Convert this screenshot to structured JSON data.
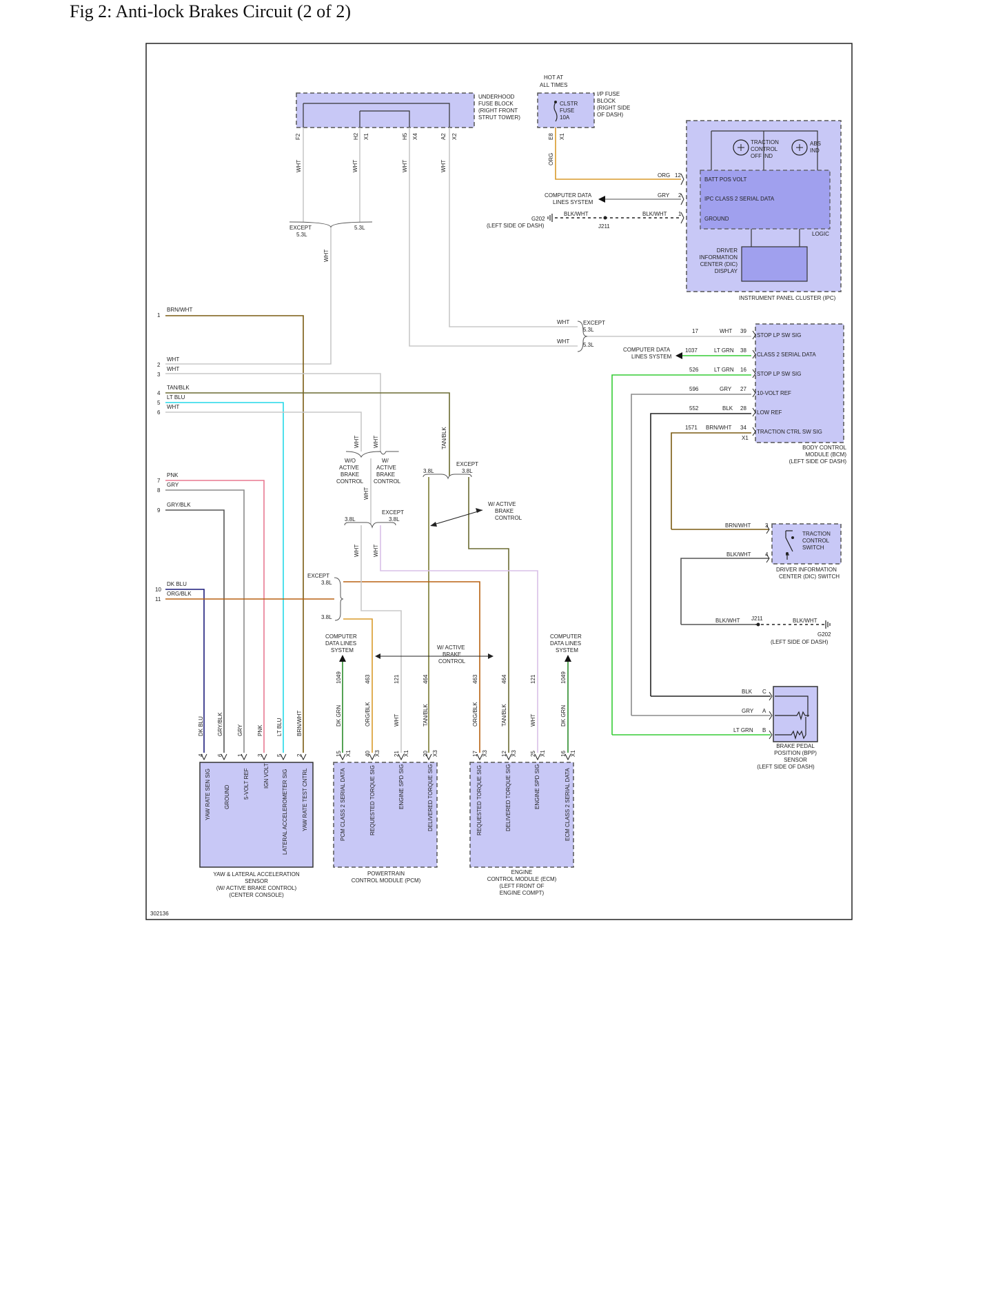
{
  "page": {
    "title": "Fig 2: Anti-lock Brakes Circuit (2 of 2)",
    "figure_id": "302136"
  },
  "colors": {
    "WHT": "#c8c8c8",
    "ORG": "#d89a2a",
    "GRY": "#8a8a8a",
    "BLK": "#222222",
    "LTGRN": "#33cc33",
    "BRN": "#7a5a10",
    "LTBLU": "#22d8e8",
    "PNK": "#e87890",
    "DKBLU": "#1a1a7a",
    "ORGBLK": "#b86010",
    "TANBLK": "#6a6a30",
    "DKGRN": "#2a8a2a",
    "module_fill": "#c8c8f6",
    "inner_fill": "#a0a0ee"
  },
  "labels": {
    "hot": [
      "HOT AT",
      "ALL TIMES"
    ],
    "underhood": [
      "UNDERHOOD",
      "FUSE BLOCK",
      "(RIGHT FRONT",
      "STRUT TOWER)"
    ],
    "ipfuse": [
      "I/P FUSE",
      "BLOCK",
      "(RIGHT SIDE",
      "OF DASH)"
    ],
    "clstr": [
      "CLSTR",
      "FUSE",
      "10A"
    ],
    "traction_off": [
      "TRACTION",
      "CONTROL",
      "OFF IND"
    ],
    "abs_ind": [
      "ABS",
      "IND"
    ],
    "batt_pos": "BATT POS VOLT",
    "ipc_serial": "IPC CLASS 2 SERIAL DATA",
    "ground": "GROUND",
    "logic": "LOGIC",
    "dic_display": [
      "DRIVER",
      "INFORMATION",
      "CENTER (DIC)",
      "DISPLAY"
    ],
    "ipc": "INSTRUMENT PANEL CLUSTER (IPC)",
    "cdls": [
      "COMPUTER DATA",
      "LINES SYSTEM"
    ],
    "g202": "G202",
    "left_dash": "(LEFT SIDE OF DASH)",
    "j211": "J211",
    "except": "EXCEPT",
    "l53": "5.3L",
    "l38": "3.8L",
    "bcm_pins": [
      "STOP LP SW SIG",
      "CLASS 2 SERIAL DATA",
      "STOP LP SW SIG",
      "10-VOLT REF",
      "LOW REF",
      "TRACTION CTRL SW SIG"
    ],
    "bcm": [
      "BODY CONTROL",
      "MODULE (BCM)",
      "(LEFT SIDE OF DASH)"
    ],
    "x1": "X1",
    "tcs": [
      "TRACTION",
      "CONTROL",
      "SWITCH"
    ],
    "dic_switch": [
      "DRIVER INFORMATION",
      "CENTER (DIC) SWITCH"
    ],
    "wo_abc": [
      "W/O",
      "ACTIVE",
      "BRAKE",
      "CONTROL"
    ],
    "w_abc": [
      "W/",
      "ACTIVE",
      "BRAKE",
      "CONTROL"
    ],
    "w_active_brake": [
      "W/ ACTIVE",
      "BRAKE",
      "CONTROL"
    ],
    "cdls3": [
      "COMPUTER",
      "DATA LINES",
      "SYSTEM"
    ],
    "bpp": [
      "BRAKE PEDAL",
      "POSITION (BPP)",
      "SENSOR",
      "(LEFT SIDE OF DASH)"
    ],
    "yaw_pins": [
      "YAW RATE SEN SIG",
      "GROUND",
      "5-VOLT REF",
      "IGN VOLT",
      "LATERAL ACCELEROMETER SIG",
      "YAW RATE TEST CNTRL"
    ],
    "pcm_pins": [
      "PCM CLASS 2 SERIAL DATA",
      "REQUESTED TORQUE SIG",
      "ENGINE SPD SIG",
      "DELIVERED TORQUE SIG"
    ],
    "ecm_pins": [
      "REQUESTED TORQUE SIG",
      "DELIVERED TORQUE SIG",
      "ENGINE SPD SIG",
      "ECM CLASS 2 SERIAL DATA"
    ],
    "yaw_name": [
      "YAW & LATERAL ACCELERATION",
      "SENSOR",
      "(W/ ACTIVE BRAKE CONTROL)",
      "(CENTER CONSOLE)"
    ],
    "pcm_name": [
      "POWERTRAIN",
      "CONTROL MODULE (PCM)"
    ],
    "ecm_name": [
      "ENGINE",
      "CONTROL MODULE (ECM)",
      "(LEFT FRONT OF",
      "ENGINE COMPT)"
    ]
  },
  "left_connector": {
    "numbers": [
      "1",
      "2",
      "3",
      "4",
      "5",
      "6",
      "7",
      "8",
      "9",
      "10",
      "11"
    ],
    "colors": [
      "BRN/WHT",
      "WHT",
      "WHT",
      "TAN/BLK",
      "LT BLU",
      "WHT",
      "PNK",
      "GRY",
      "GRY/BLK",
      "DK BLU",
      "ORG/BLK"
    ]
  },
  "fuse_pins": [
    "F2",
    "H2",
    "X1",
    "H5",
    "X4",
    "A2",
    "X2",
    "E8",
    "X1"
  ],
  "ipc_wires": [
    {
      "color": "ORG",
      "pin": "12"
    },
    {
      "color": "GRY",
      "pin": "2"
    },
    {
      "color": "BLK/WHT",
      "pin": "1"
    }
  ],
  "g202_wire": "BLK/WHT",
  "bcm_wires": [
    {
      "circuit": "17",
      "color": "WHT",
      "pin": "39"
    },
    {
      "circuit": "1037",
      "color": "LT GRN",
      "pin": "38"
    },
    {
      "circuit": "526",
      "color": "LT GRN",
      "pin": "16"
    },
    {
      "circuit": "596",
      "color": "GRY",
      "pin": "27"
    },
    {
      "circuit": "552",
      "color": "BLK",
      "pin": "28"
    },
    {
      "circuit": "1571",
      "color": "BRN/WHT",
      "pin": "34"
    }
  ],
  "tcs_wires": [
    {
      "color": "BRN/WHT",
      "pin": "3"
    },
    {
      "color": "BLK/WHT",
      "pin": "4"
    }
  ],
  "bpp_wires": [
    {
      "color": "BLK",
      "pin": "C"
    },
    {
      "color": "GRY",
      "pin": "A"
    },
    {
      "color": "LT GRN",
      "pin": "B"
    }
  ],
  "wire_labels_misc": [
    "WHT",
    "WHT",
    "WHT",
    "WHT",
    "WHT",
    "TAN/BLK",
    "WHT",
    "WHT",
    "WHT",
    "ORG",
    "WHT",
    "WHT"
  ],
  "yaw_wires": [
    {
      "color": "DK BLU",
      "pin": "4"
    },
    {
      "color": "GRY/BLK",
      "pin": "6"
    },
    {
      "color": "GRY",
      "pin": "1"
    },
    {
      "color": "PNK",
      "pin": "3"
    },
    {
      "color": "LT BLU",
      "pin": "5"
    },
    {
      "color": "BRN/WHT",
      "pin": "2"
    }
  ],
  "pcm_wires": [
    {
      "circuit": "1049",
      "color": "DK GRN",
      "pin": "15",
      "conn": "X1"
    },
    {
      "circuit": "463",
      "color": "ORG/BLK",
      "pin": "40",
      "conn": "X3"
    },
    {
      "circuit": "121",
      "color": "WHT",
      "pin": "21",
      "conn": "X1"
    },
    {
      "circuit": "464",
      "color": "TAN/BLK",
      "pin": "20",
      "conn": "X3"
    }
  ],
  "ecm_wires": [
    {
      "circuit": "463",
      "color": "ORG/BLK",
      "pin": "17",
      "conn": "X3"
    },
    {
      "circuit": "464",
      "color": "TAN/BLK",
      "pin": "12",
      "conn": "X3"
    },
    {
      "circuit": "121",
      "color": "WHT",
      "pin": "25",
      "conn": "X1"
    },
    {
      "circuit": "1049",
      "color": "DK GRN",
      "pin": "16",
      "conn": "X1"
    }
  ]
}
